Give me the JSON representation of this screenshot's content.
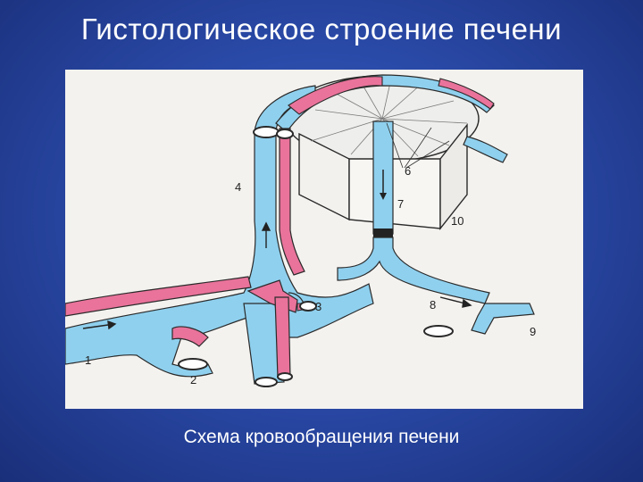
{
  "slide": {
    "title": "Гистологическое строение печени",
    "caption": "Схема кровообращения печени"
  },
  "diagram": {
    "labels": [
      "1",
      "2",
      "3",
      "4",
      "6",
      "7",
      "8",
      "9",
      "10"
    ],
    "colors": {
      "portal_vein": "#8fd0ee",
      "hepatic_artery": "#e9739b",
      "outline": "#2a2a2a",
      "lobule": "#eeeeec"
    }
  }
}
